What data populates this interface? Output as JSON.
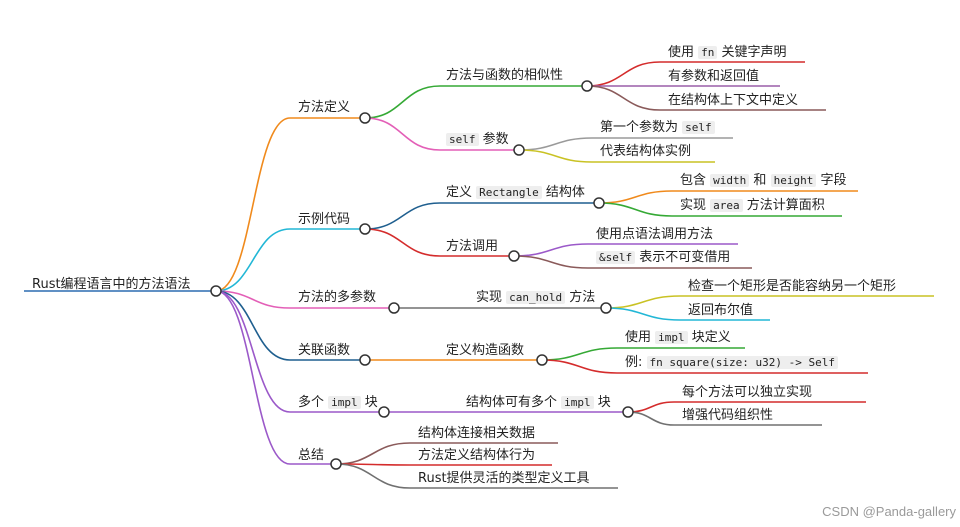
{
  "root": {
    "label": "Rust编程语言中的方法语法"
  },
  "branches": {
    "b1": {
      "label": "方法定义",
      "s1": {
        "label": "方法与函数的相似性",
        "l1": "使用",
        "l1code": "fn",
        "l1b": "关键字声明",
        "l2": "有参数和返回值",
        "l3": "在结构体上下文中定义"
      },
      "s2": {
        "code": "self",
        "label": "参数",
        "l1": "第一个参数为",
        "l1code": "self",
        "l2": "代表结构体实例"
      }
    },
    "b2": {
      "label": "示例代码",
      "s1": {
        "label": "定义",
        "code": "Rectangle",
        "label2": "结构体",
        "l1": "包含",
        "l1code": "width",
        "l1b": "和",
        "l1code2": "height",
        "l1c": "字段",
        "l2": "实现",
        "l2code": "area",
        "l2b": "方法计算面积"
      },
      "s2": {
        "label": "方法调用",
        "l1": "使用点语法调用方法",
        "l2code": "&self",
        "l2": "表示不可变借用"
      }
    },
    "b3": {
      "label": "方法的多参数",
      "s1": {
        "label": "实现",
        "code": "can_hold",
        "label2": "方法",
        "l1": "检查一个矩形是否能容纳另一个矩形",
        "l2": "返回布尔值"
      }
    },
    "b4": {
      "label": "关联函数",
      "s1": {
        "label": "定义构造函数",
        "l1": "使用",
        "l1code": "impl",
        "l1b": "块定义",
        "l2": "例:",
        "l2code": "fn square(size: u32) -> Self"
      }
    },
    "b5": {
      "label": "多个",
      "code": "impl",
      "label2": "块",
      "s1": {
        "label": "结构体可有多个",
        "code": "impl",
        "label2": "块",
        "l1": "每个方法可以独立实现",
        "l2": "增强代码组织性"
      }
    },
    "b6": {
      "label": "总结",
      "l1": "结构体连接相关数据",
      "l2": "方法定义结构体行为",
      "l3": "Rust提供灵活的类型定义工具"
    }
  },
  "watermark": "CSDN @Panda-gallery",
  "colors": {
    "orange": "#f08a1c",
    "cyan": "#22b7d6",
    "pink": "#e35fb7",
    "navy": "#1f5f8f",
    "purple": "#9b59c9",
    "green": "#35a935",
    "red": "#d42c2c",
    "mauve": "#9a5fa8",
    "gray": "#9a9a9a",
    "olive": "#c9c224",
    "blue": "#2b6cb0",
    "brown": "#8a5a5a",
    "darkgray": "#707070",
    "lightgreen": "#7cc24a",
    "tan": "#b08a70"
  }
}
